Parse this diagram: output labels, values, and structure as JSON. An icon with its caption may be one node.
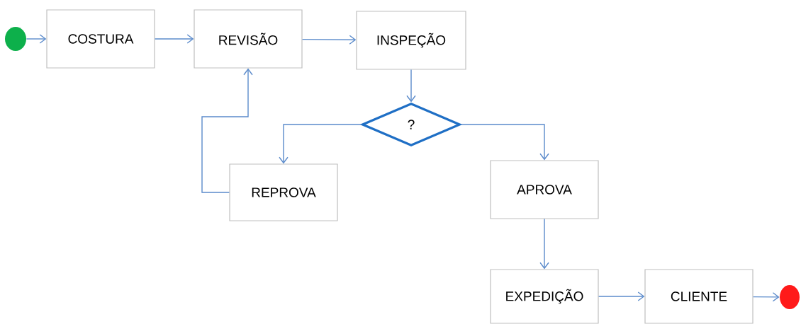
{
  "diagram": {
    "nodes": [
      {
        "text": [],
        "shape": "circle"
      },
      {
        "text": [
          "COSTURA"
        ]
      },
      {
        "text": [
          "REVISÃO"
        ]
      },
      {
        "text": [
          "INSPEÇÃO"
        ]
      },
      {
        "text": [
          "?"
        ]
      },
      {
        "text": [
          "REPROVA"
        ]
      },
      {
        "text": [
          "APROVA"
        ]
      },
      {
        "text": [
          "EXPEDIÇÃO"
        ]
      },
      {
        "text": [
          "CLIENTE"
        ]
      },
      {
        "text": [],
        "shape": "circle"
      }
    ],
    "edges": [
      {
        "from": 0,
        "to": 1,
        "arrow": "to"
      },
      {
        "from": 1,
        "to": 2,
        "arrow": "to"
      },
      {
        "from": 2,
        "to": 3,
        "arrow": "to"
      },
      {
        "from": 3,
        "to": 4,
        "arrow": "to"
      },
      {
        "from": 4,
        "to": 5,
        "arrow": "to"
      },
      {
        "from": 5,
        "to": 2,
        "arrow": "to"
      },
      {
        "from": 4,
        "to": 6,
        "arrow": "to"
      },
      {
        "from": 6,
        "to": 7,
        "arrow": "to"
      },
      {
        "from": 7,
        "to": 8,
        "arrow": "to"
      },
      {
        "from": 8,
        "to": 9,
        "arrow": "to"
      }
    ]
  }
}
